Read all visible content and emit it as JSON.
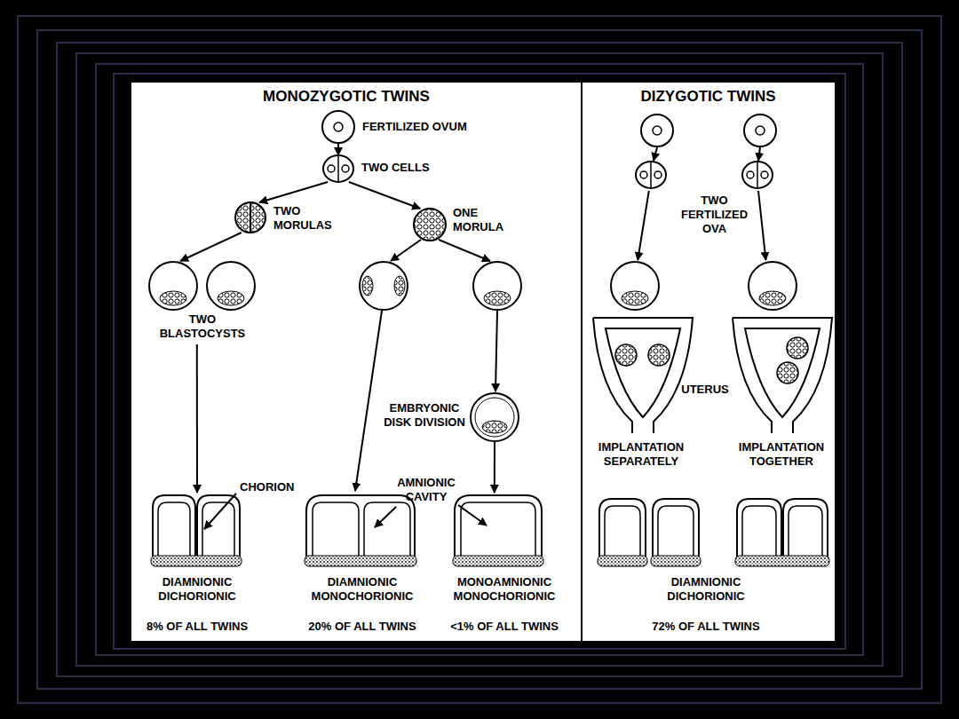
{
  "diagram": {
    "nodes": [
      {
        "text": [
          "MONOZYGOTIC TWINS"
        ]
      },
      {
        "text": [
          "FERTILIZED OVUM"
        ],
        "in": 0
      },
      {
        "text": [
          "TWO CELLS"
        ],
        "in": 0
      },
      {
        "text": [
          "TWO MORULAS"
        ],
        "in": 0
      },
      {
        "text": [
          "ONE MORULA"
        ],
        "in": 0
      },
      {
        "text": [
          "TWO BLASTOCYSTS"
        ],
        "in": 0
      },
      {
        "text": [
          "EMBRYONIC DISK DIVISION"
        ],
        "in": 0
      },
      {
        "text": [
          "DIAMNIONIC DICHORIONIC",
          "8% OF ALL TWINS"
        ],
        "in": 0
      },
      {
        "text": [
          "DIAMNIONIC MONOCHORIONIC",
          "20% OF ALL TWINS"
        ],
        "in": 0
      },
      {
        "text": [
          "MONOAMNIONIC MONOCHORIONIC",
          "<1% OF ALL TWINS"
        ],
        "in": 0
      },
      {
        "text": [
          "DIZYGOTIC TWINS"
        ]
      },
      {
        "text": [
          "TWO FERTILIZED OVA"
        ],
        "in": 10
      },
      {
        "text": [
          "IMPLANTATION SEPARATELY"
        ],
        "in": 10
      },
      {
        "text": [
          "IMPLANTATION TOGETHER"
        ],
        "in": 10
      },
      {
        "text": [
          "DIAMNIONIC DICHORIONIC",
          "72% OF ALL TWINS"
        ],
        "in": 10
      }
    ],
    "edges": [
      {
        "from": 1,
        "to": 2,
        "arrow": "to"
      },
      {
        "from": 2,
        "to": 3,
        "arrow": "to"
      },
      {
        "from": 2,
        "to": 4,
        "arrow": "to"
      },
      {
        "from": 3,
        "to": 5,
        "arrow": "to"
      },
      {
        "from": 5,
        "to": 7,
        "arrow": "to"
      },
      {
        "from": 6,
        "to": 9,
        "arrow": "to"
      },
      {
        "from": 11,
        "to": 12,
        "arrow": "to"
      },
      {
        "from": 11,
        "to": 13,
        "arrow": "to"
      }
    ],
    "labels": [
      "CHORION",
      "AMNIONIC CAVITY",
      "UTERUS"
    ]
  }
}
